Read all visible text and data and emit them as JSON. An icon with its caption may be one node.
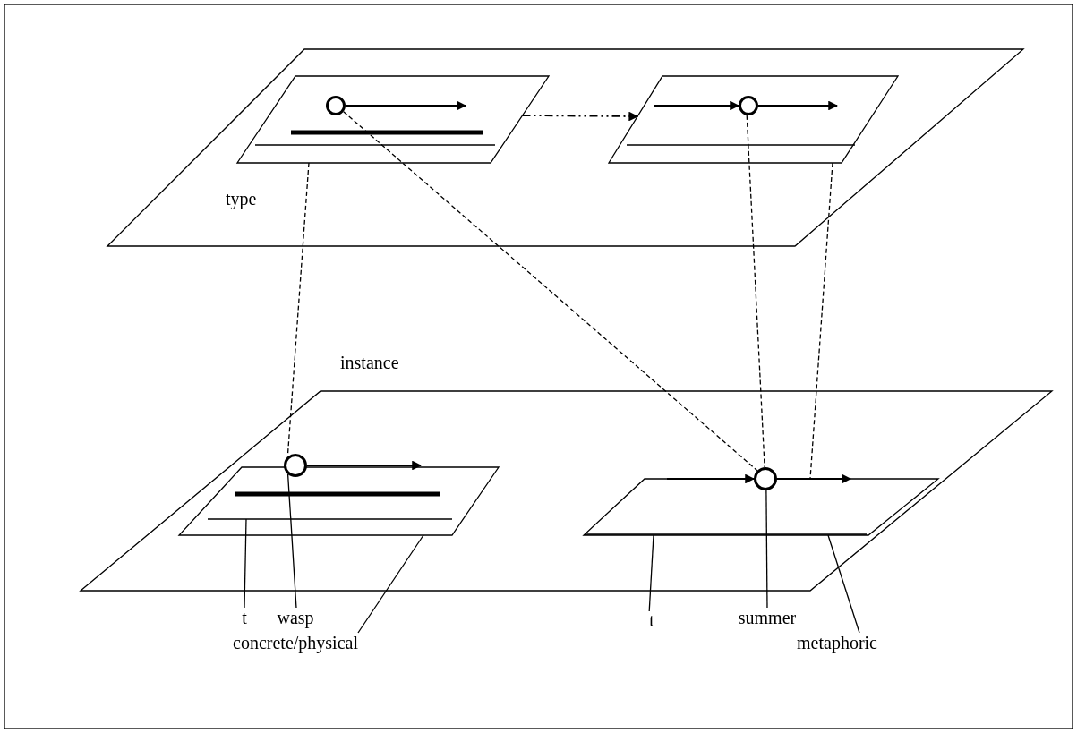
{
  "diagram": {
    "nodes": [
      {
        "text": [
          "type"
        ]
      },
      {
        "text": [],
        "shape": "box",
        "in": 0
      },
      {
        "text": [],
        "shape": "box",
        "in": 0
      },
      {
        "text": [
          "instance"
        ]
      },
      {
        "text": [],
        "shape": "box",
        "in": 3
      },
      {
        "text": [],
        "shape": "box",
        "in": 3
      },
      {
        "text": [],
        "shape": "circle",
        "in": 1
      },
      {
        "text": [],
        "shape": "circle",
        "in": 2
      },
      {
        "text": [],
        "shape": "circle",
        "in": 4
      },
      {
        "text": [],
        "shape": "circle",
        "in": 5
      },
      {
        "text": [
          "t"
        ]
      },
      {
        "text": [
          "wasp"
        ]
      },
      {
        "text": [
          "concrete/physical"
        ]
      },
      {
        "text": [
          "t"
        ]
      },
      {
        "text": [
          "summer"
        ]
      },
      {
        "text": [
          "metaphoric"
        ]
      }
    ],
    "edges": [
      {
        "from": 6,
        "to": null,
        "arrow": "to"
      },
      {
        "from": null,
        "to": 7,
        "arrow": "to"
      },
      {
        "from": 7,
        "to": null,
        "arrow": "to"
      },
      {
        "from": 8,
        "to": null,
        "arrow": "to"
      },
      {
        "from": null,
        "to": 9,
        "arrow": "to"
      },
      {
        "from": 9,
        "to": null,
        "arrow": "to"
      },
      {
        "from": 1,
        "to": 2,
        "arrow": "to",
        "style": "dashed"
      },
      {
        "from": 1,
        "to": 8,
        "arrow": "none",
        "style": "dashed"
      },
      {
        "from": 6,
        "to": 9,
        "arrow": "none",
        "style": "dashed"
      },
      {
        "from": 7,
        "to": 9,
        "arrow": "none",
        "style": "dashed"
      },
      {
        "from": 2,
        "to": 5,
        "arrow": "none",
        "style": "dashed"
      },
      {
        "from": 10,
        "to": null,
        "arrow": "none"
      },
      {
        "from": 11,
        "to": 8,
        "arrow": "none"
      },
      {
        "from": 12,
        "to": 4,
        "arrow": "none"
      },
      {
        "from": 13,
        "to": 5,
        "arrow": "none"
      },
      {
        "from": 14,
        "to": 9,
        "arrow": "none"
      },
      {
        "from": 15,
        "to": 5,
        "arrow": "none"
      }
    ]
  }
}
